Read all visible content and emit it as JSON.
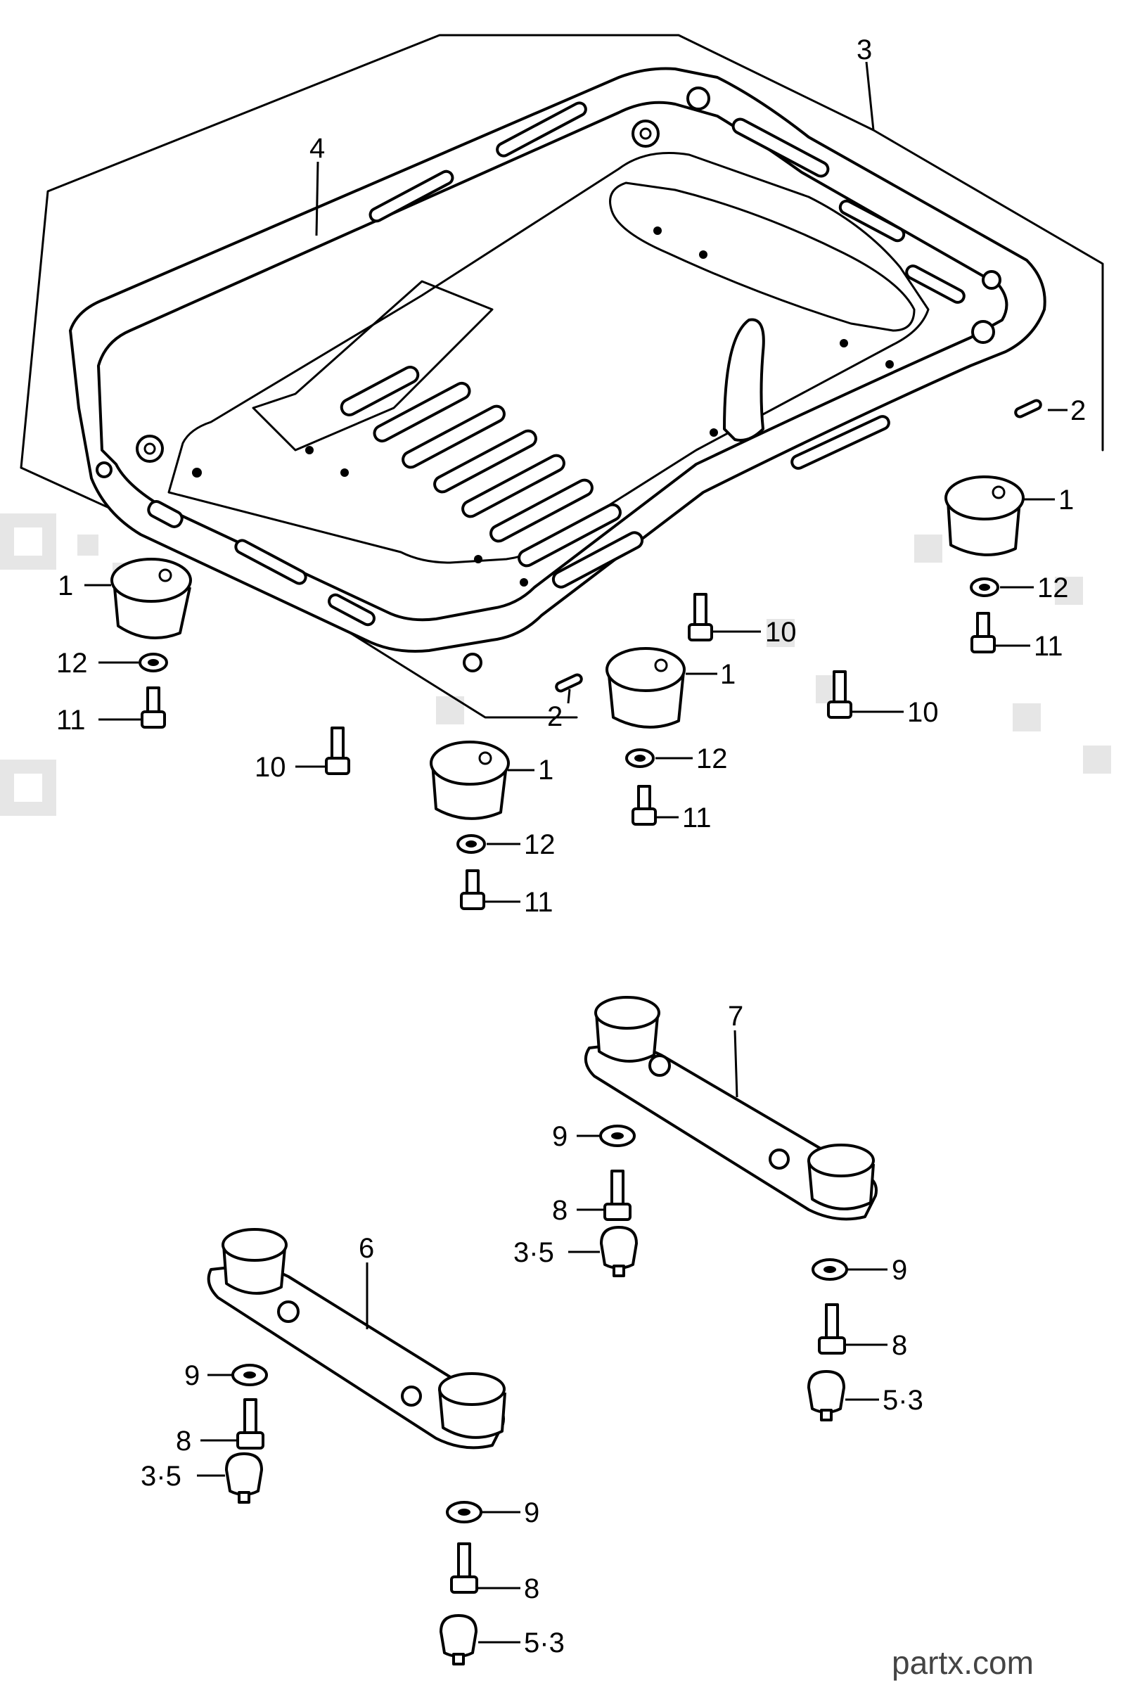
{
  "watermark": "partx.com",
  "callouts": {
    "c3": "3",
    "c4": "4",
    "c2a": "2",
    "c2b": "2",
    "c1a": "1",
    "c1b": "1",
    "c1c": "1",
    "c1d": "1",
    "c12a": "12",
    "c12b": "12",
    "c12c": "12",
    "c12d": "12",
    "c11a": "11",
    "c11b": "11",
    "c11c": "11",
    "c11d": "11",
    "c10a": "10",
    "c10b": "10",
    "c10c": "10",
    "c7": "7",
    "c6": "6",
    "c9a": "9",
    "c9b": "9",
    "c9c": "9",
    "c9d": "9",
    "c8a": "8",
    "c8b": "8",
    "c8c": "8",
    "c8d": "8",
    "c35a": "3·5",
    "c35b": "3·5",
    "c53a": "5·3",
    "c53b": "5·3"
  }
}
